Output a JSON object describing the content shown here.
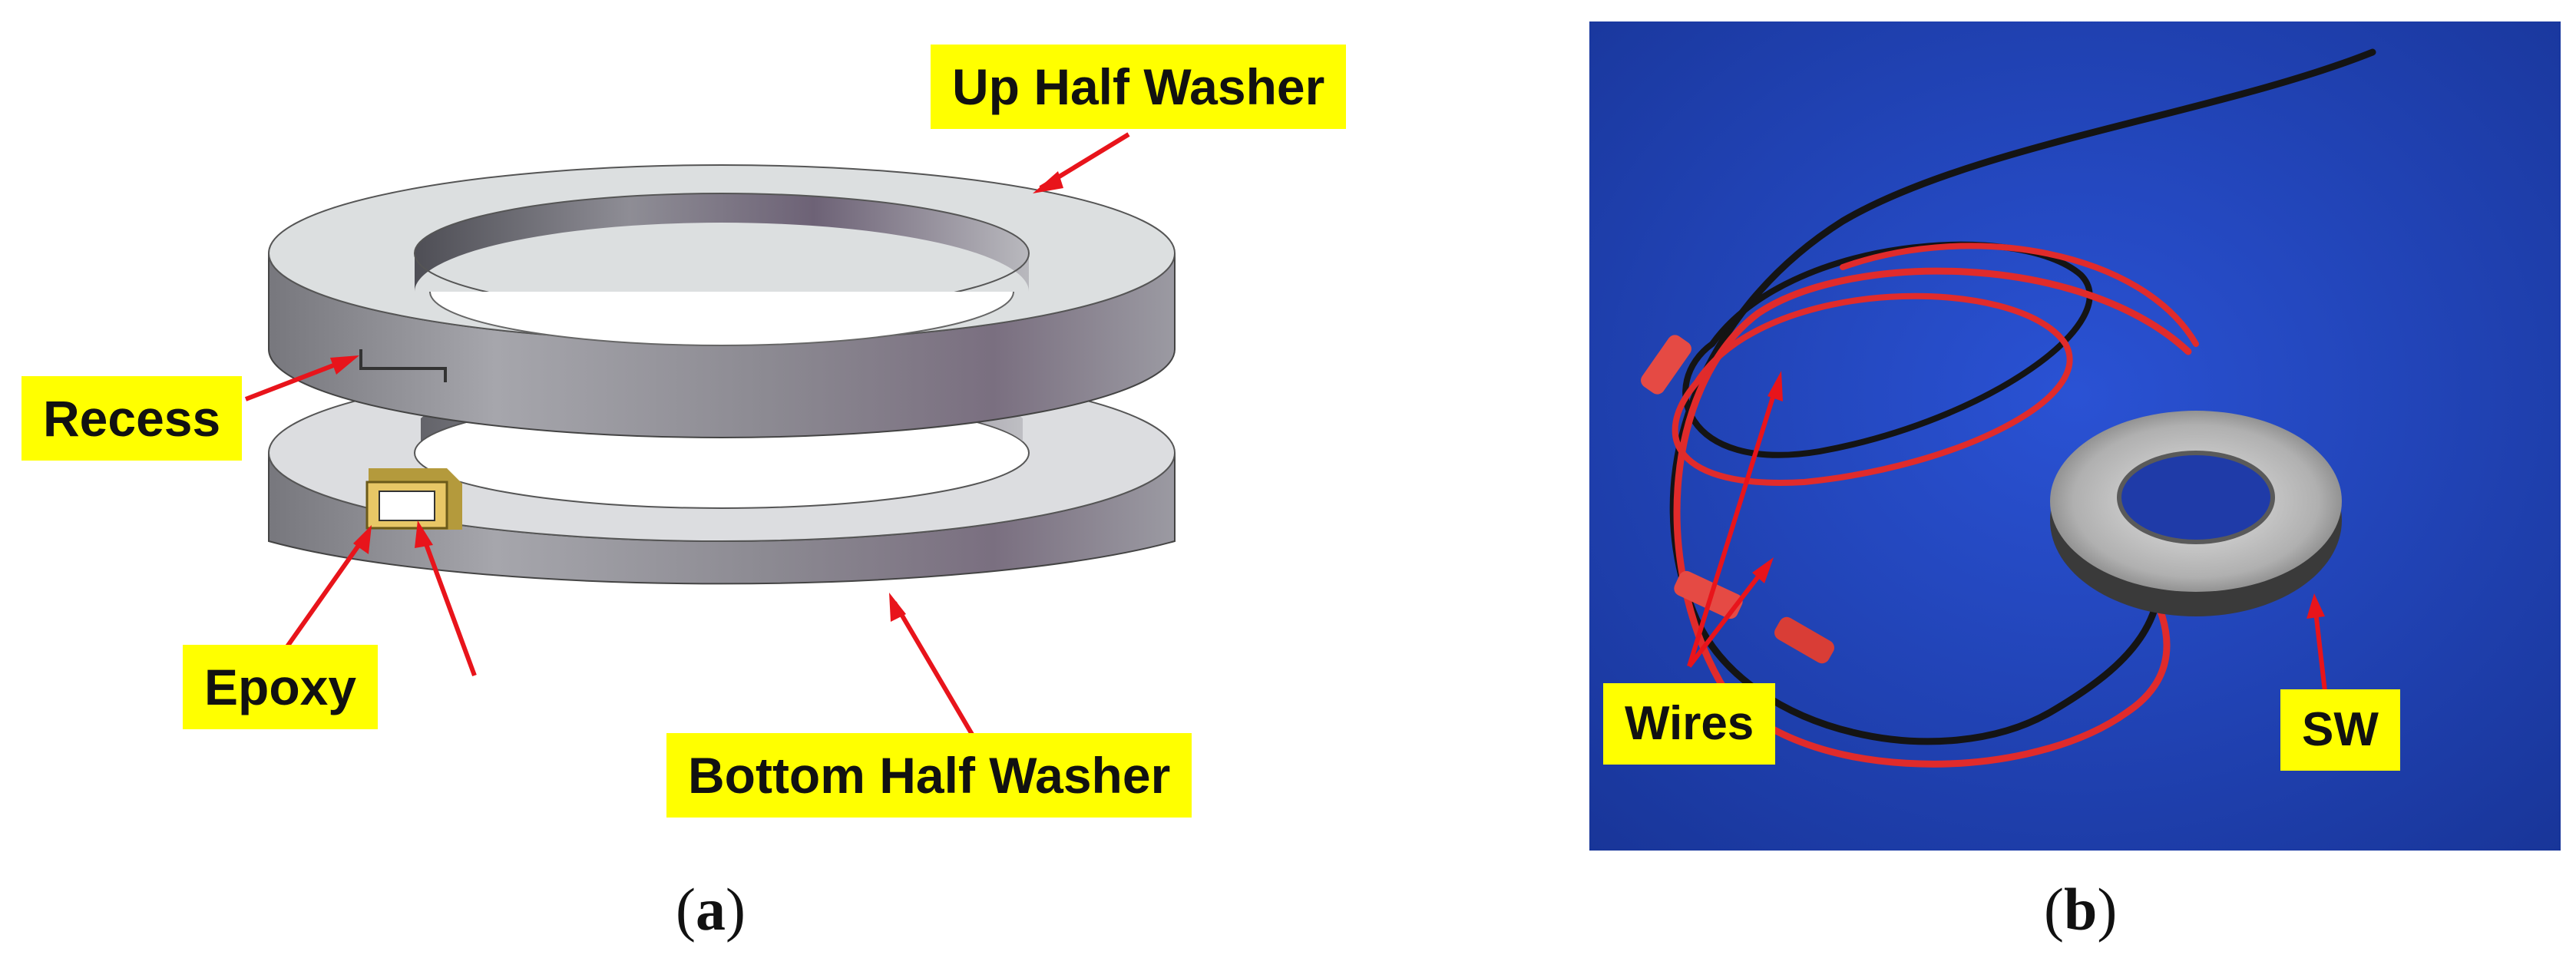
{
  "panel_a": {
    "labels": {
      "up_half_washer": "Up Half Washer",
      "recess": "Recess",
      "epoxy": "Epoxy",
      "bottom_half_washer": "Bottom Half Washer"
    },
    "caption": {
      "open": "(",
      "letter": "a",
      "close": ")"
    }
  },
  "panel_b": {
    "labels": {
      "wires": "Wires",
      "sw": "SW"
    },
    "caption": {
      "open": "(",
      "letter": "b",
      "close": ")"
    }
  },
  "colors": {
    "label_background": "#ffff00",
    "arrow": "#e8141b",
    "photo_background": "#1d3fb8",
    "wire_red": "#e02b2b",
    "wire_black": "#1a1a1a"
  }
}
